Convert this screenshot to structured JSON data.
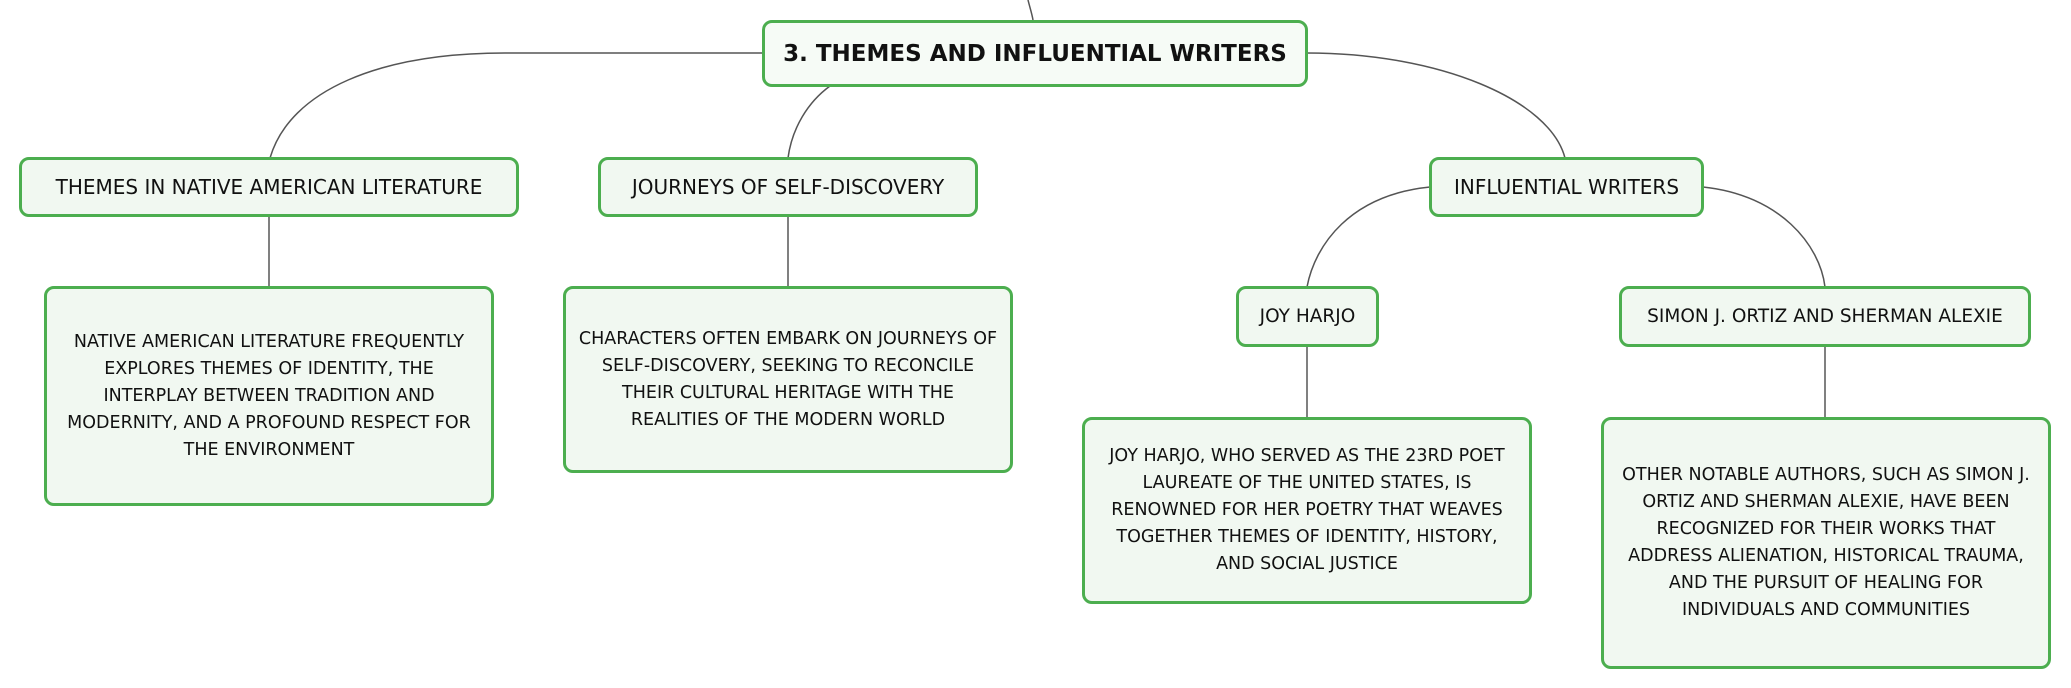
{
  "colors": {
    "border": "#4cae4f",
    "fill": "#f1f8f1",
    "connector": "#555555"
  },
  "root": {
    "label": "3. THEMES AND INFLUENTIAL WRITERS"
  },
  "branches": {
    "themes": {
      "label": "THEMES IN NATIVE AMERICAN LITERATURE",
      "detail": "NATIVE AMERICAN LITERATURE FREQUENTLY EXPLORES THEMES OF IDENTITY, THE INTERPLAY BETWEEN TRADITION AND MODERNITY, AND A PROFOUND RESPECT FOR THE ENVIRONMENT"
    },
    "journeys": {
      "label": "JOURNEYS OF SELF-DISCOVERY",
      "detail": "CHARACTERS OFTEN EMBARK ON JOURNEYS OF SELF-DISCOVERY, SEEKING TO RECONCILE THEIR CULTURAL HERITAGE WITH THE REALITIES OF THE MODERN WORLD"
    },
    "writers": {
      "label": "INFLUENTIAL WRITERS",
      "harjo": {
        "label": "JOY HARJO",
        "detail": "JOY HARJO, WHO SERVED AS THE 23RD POET LAUREATE OF THE UNITED STATES, IS RENOWNED FOR HER POETRY THAT WEAVES TOGETHER THEMES OF IDENTITY, HISTORY, AND SOCIAL JUSTICE"
      },
      "ortiz_alexie": {
        "label": "SIMON J. ORTIZ AND SHERMAN ALEXIE",
        "detail": "OTHER NOTABLE AUTHORS, SUCH AS SIMON J. ORTIZ AND SHERMAN ALEXIE, HAVE BEEN RECOGNIZED FOR THEIR WORKS THAT ADDRESS ALIENATION, HISTORICAL TRAUMA, AND THE PURSUIT OF HEALING FOR INDIVIDUALS AND COMMUNITIES"
      }
    }
  }
}
